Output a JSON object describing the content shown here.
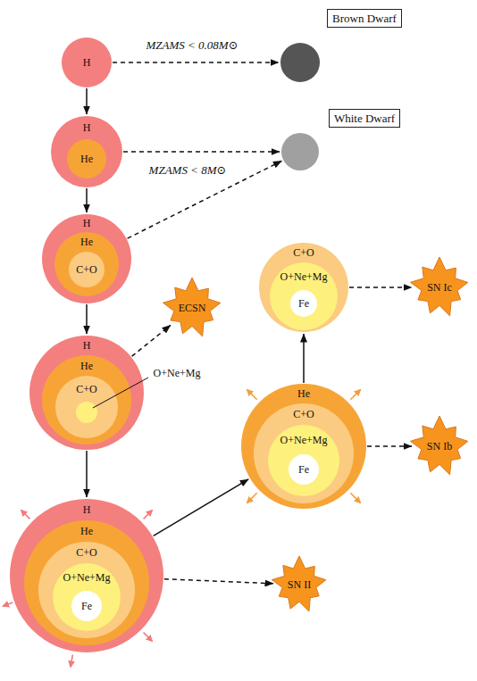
{
  "diagram": {
    "nodes": [
      {
        "text": [
          "H"
        ]
      },
      {
        "text": [
          "Brown Dwarf"
        ]
      },
      {
        "text": [
          "H"
        ]
      },
      {
        "text": [
          "He"
        ],
        "in": 2
      },
      {
        "text": [
          "White Dwarf"
        ]
      },
      {
        "text": [
          "H"
        ]
      },
      {
        "text": [
          "He"
        ],
        "in": 5
      },
      {
        "text": [
          "C+O"
        ],
        "in": 6
      },
      {
        "text": [
          "C+O"
        ]
      },
      {
        "text": [
          "O+Ne+Mg"
        ],
        "in": 8
      },
      {
        "text": [
          "Fe"
        ],
        "in": 9
      },
      {
        "text": [
          "SN Ic"
        ]
      },
      {
        "text": [
          "ECSN"
        ]
      },
      {
        "text": [
          "H"
        ]
      },
      {
        "text": [
          "He"
        ],
        "in": 13
      },
      {
        "text": [
          "C+O"
        ],
        "in": 14
      },
      {
        "text": [
          "O+Ne+Mg"
        ],
        "in": 15
      },
      {
        "text": [
          "He"
        ]
      },
      {
        "text": [
          "C+O"
        ],
        "in": 17
      },
      {
        "text": [
          "O+Ne+Mg"
        ],
        "in": 18
      },
      {
        "text": [
          "Fe"
        ],
        "in": 19
      },
      {
        "text": [
          "SN Ib"
        ]
      },
      {
        "text": [
          "H"
        ]
      },
      {
        "text": [
          "He"
        ],
        "in": 22
      },
      {
        "text": [
          "C+O"
        ],
        "in": 23
      },
      {
        "text": [
          "O+Ne+Mg"
        ],
        "in": 24
      },
      {
        "text": [
          "Fe"
        ],
        "in": 25
      },
      {
        "text": [
          "SN II"
        ]
      }
    ],
    "edges": [
      {
        "from": 0,
        "to": 2,
        "arrow": "to"
      },
      {
        "from": 0,
        "to": 1,
        "label": "MZAMS < 0.08M⊙",
        "arrow": "to"
      },
      {
        "from": 2,
        "to": 5,
        "arrow": "to"
      },
      {
        "from": 2,
        "to": 4,
        "arrow": "to"
      },
      {
        "from": 5,
        "to": 4,
        "label": "MZAMS < 8M⊙",
        "arrow": "to"
      },
      {
        "from": 5,
        "to": 13,
        "arrow": "to"
      },
      {
        "from": 13,
        "to": 12,
        "arrow": "to"
      },
      {
        "from": 13,
        "to": 22,
        "arrow": "to"
      },
      {
        "from": 22,
        "to": 17,
        "arrow": "to"
      },
      {
        "from": 22,
        "to": 27,
        "arrow": "to"
      },
      {
        "from": 17,
        "to": 8,
        "arrow": "to"
      },
      {
        "from": 17,
        "to": 21,
        "arrow": "to"
      },
      {
        "from": 8,
        "to": 11,
        "arrow": "to"
      }
    ]
  }
}
